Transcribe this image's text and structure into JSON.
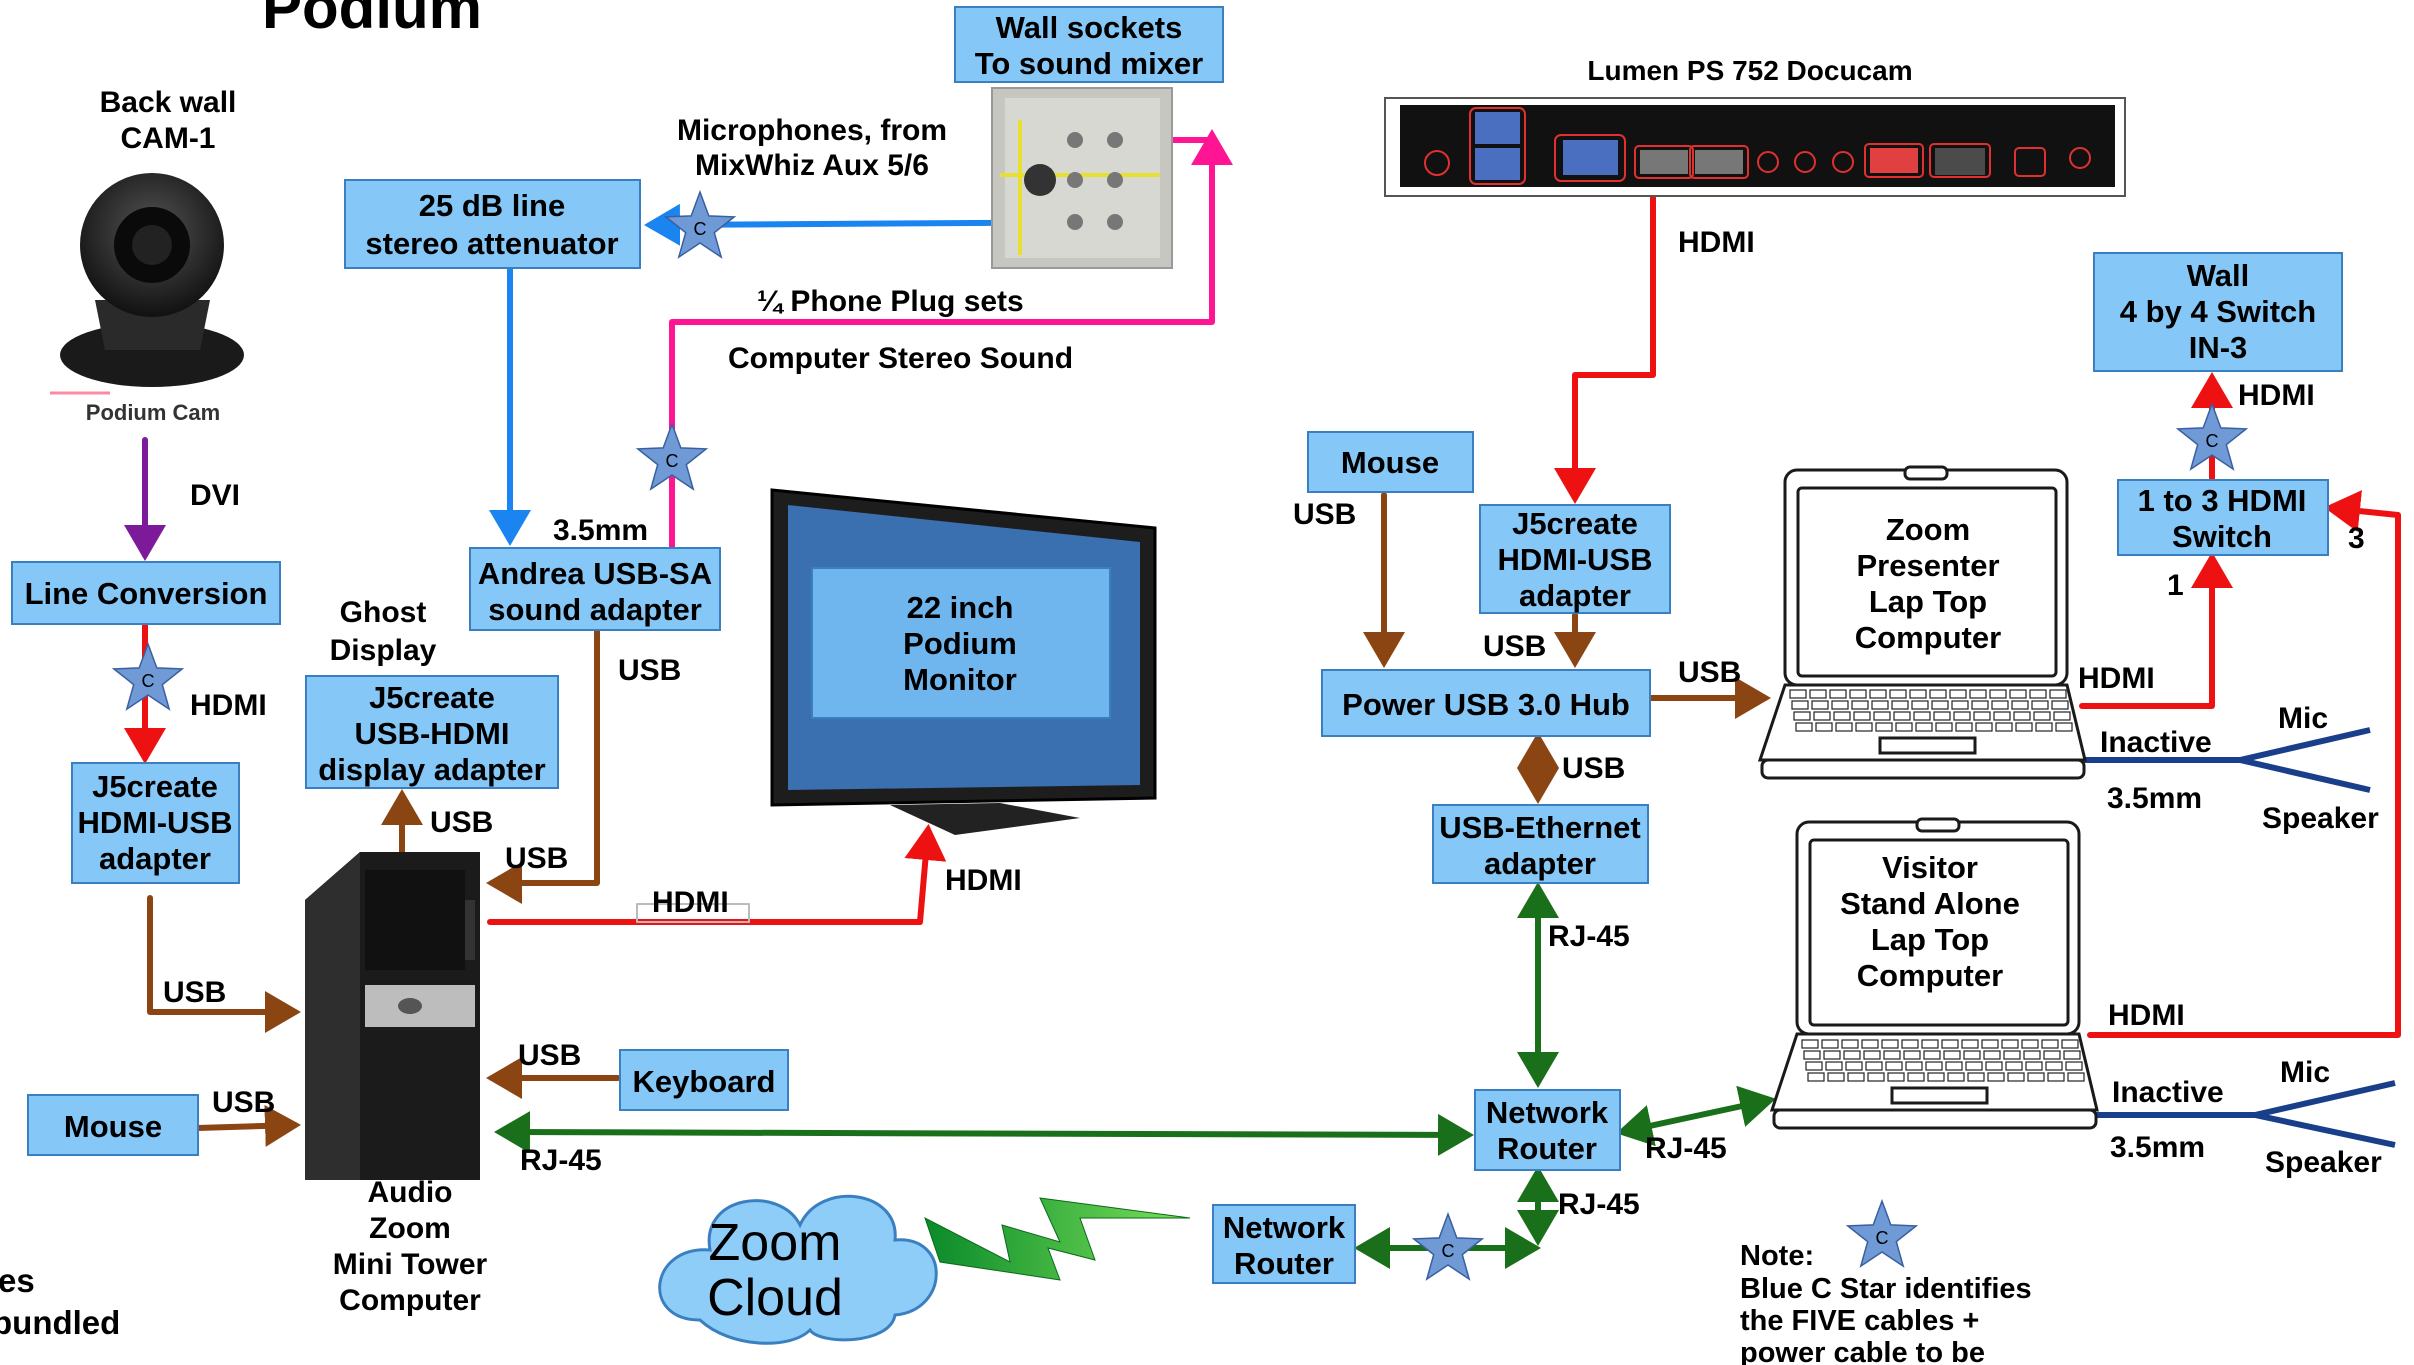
{
  "title": "Podium",
  "colors": {
    "box_fill": "#85c7f7",
    "box_stroke": "#3a7fc0",
    "red": "#ee1111",
    "brown": "#8b4513",
    "green": "#1a6f1a",
    "blue": "#1a84f0",
    "pink": "#ff1493",
    "purple": "#7d1a9a",
    "star": "#6f9ad6",
    "cloud": "#8fcdf9"
  },
  "components": {
    "back_wall_cam": [
      "Back wall",
      "CAM-1"
    ],
    "podium_cam_label": "Podium Cam",
    "line_conversion": "Line Conversion",
    "j5_hdmi_usb_left": [
      "J5create",
      "HDMI-USB",
      "adapter"
    ],
    "mouse_left": "Mouse",
    "ghost_display": [
      "Ghost",
      "Display"
    ],
    "j5_usb_hdmi_display": [
      "J5create",
      "USB-HDMI",
      "display adapter"
    ],
    "computer_label": [
      "Audio",
      "Zoom",
      "Mini Tower",
      "Computer"
    ],
    "keyboard": "Keyboard",
    "attenuator": [
      "25 dB line",
      "stereo attenuator"
    ],
    "andrea_adapter": [
      "Andrea USB-SA",
      "sound adapter"
    ],
    "microphones_label": [
      "Microphones, from",
      "MixWhiz Aux 5/6"
    ],
    "wall_sockets": [
      "Wall sockets",
      "To sound mixer"
    ],
    "monitor": [
      "22 inch",
      "Podium",
      "Monitor"
    ],
    "zoom_cloud": [
      "Zoom",
      "Cloud"
    ],
    "network_router_small": [
      "Network",
      "Router"
    ],
    "network_router_main": [
      "Network",
      "Router"
    ],
    "docucam_label": "Lumen PS 752 Docucam",
    "mouse_right": "Mouse",
    "j5_hdmi_usb_right": [
      "J5create",
      "HDMI-USB",
      "adapter"
    ],
    "usb_hub": "Power USB 3.0 Hub",
    "usb_ethernet": [
      "USB-Ethernet",
      "adapter"
    ],
    "zoom_laptop": [
      "Zoom",
      "Presenter",
      "Lap Top",
      "Computer"
    ],
    "visitor_laptop": [
      "Visitor",
      "Stand Alone",
      "Lap Top",
      "Computer"
    ],
    "hdmi_switch": [
      "1 to 3 HDMI",
      "Switch"
    ],
    "wall_switch": [
      "Wall",
      "4 by 4 Switch",
      "IN-3"
    ]
  },
  "labels": {
    "dvi": "DVI",
    "hdmi": "HDMI",
    "usb": "USB",
    "rj45": "RJ-45",
    "mm35": "3.5mm",
    "phone_plug": "¼ Phone Plug sets",
    "computer_stereo": "Computer Stereo Sound",
    "inactive": "Inactive",
    "mic": "Mic",
    "speaker": "Speaker",
    "port1": "1",
    "port3": "3",
    "star_letter": "C"
  },
  "note": [
    "Note:",
    "Blue C Star identifies",
    "the FIVE cables +",
    "power cable to be"
  ],
  "left_edge_fragments": [
    "es",
    "bundled"
  ]
}
